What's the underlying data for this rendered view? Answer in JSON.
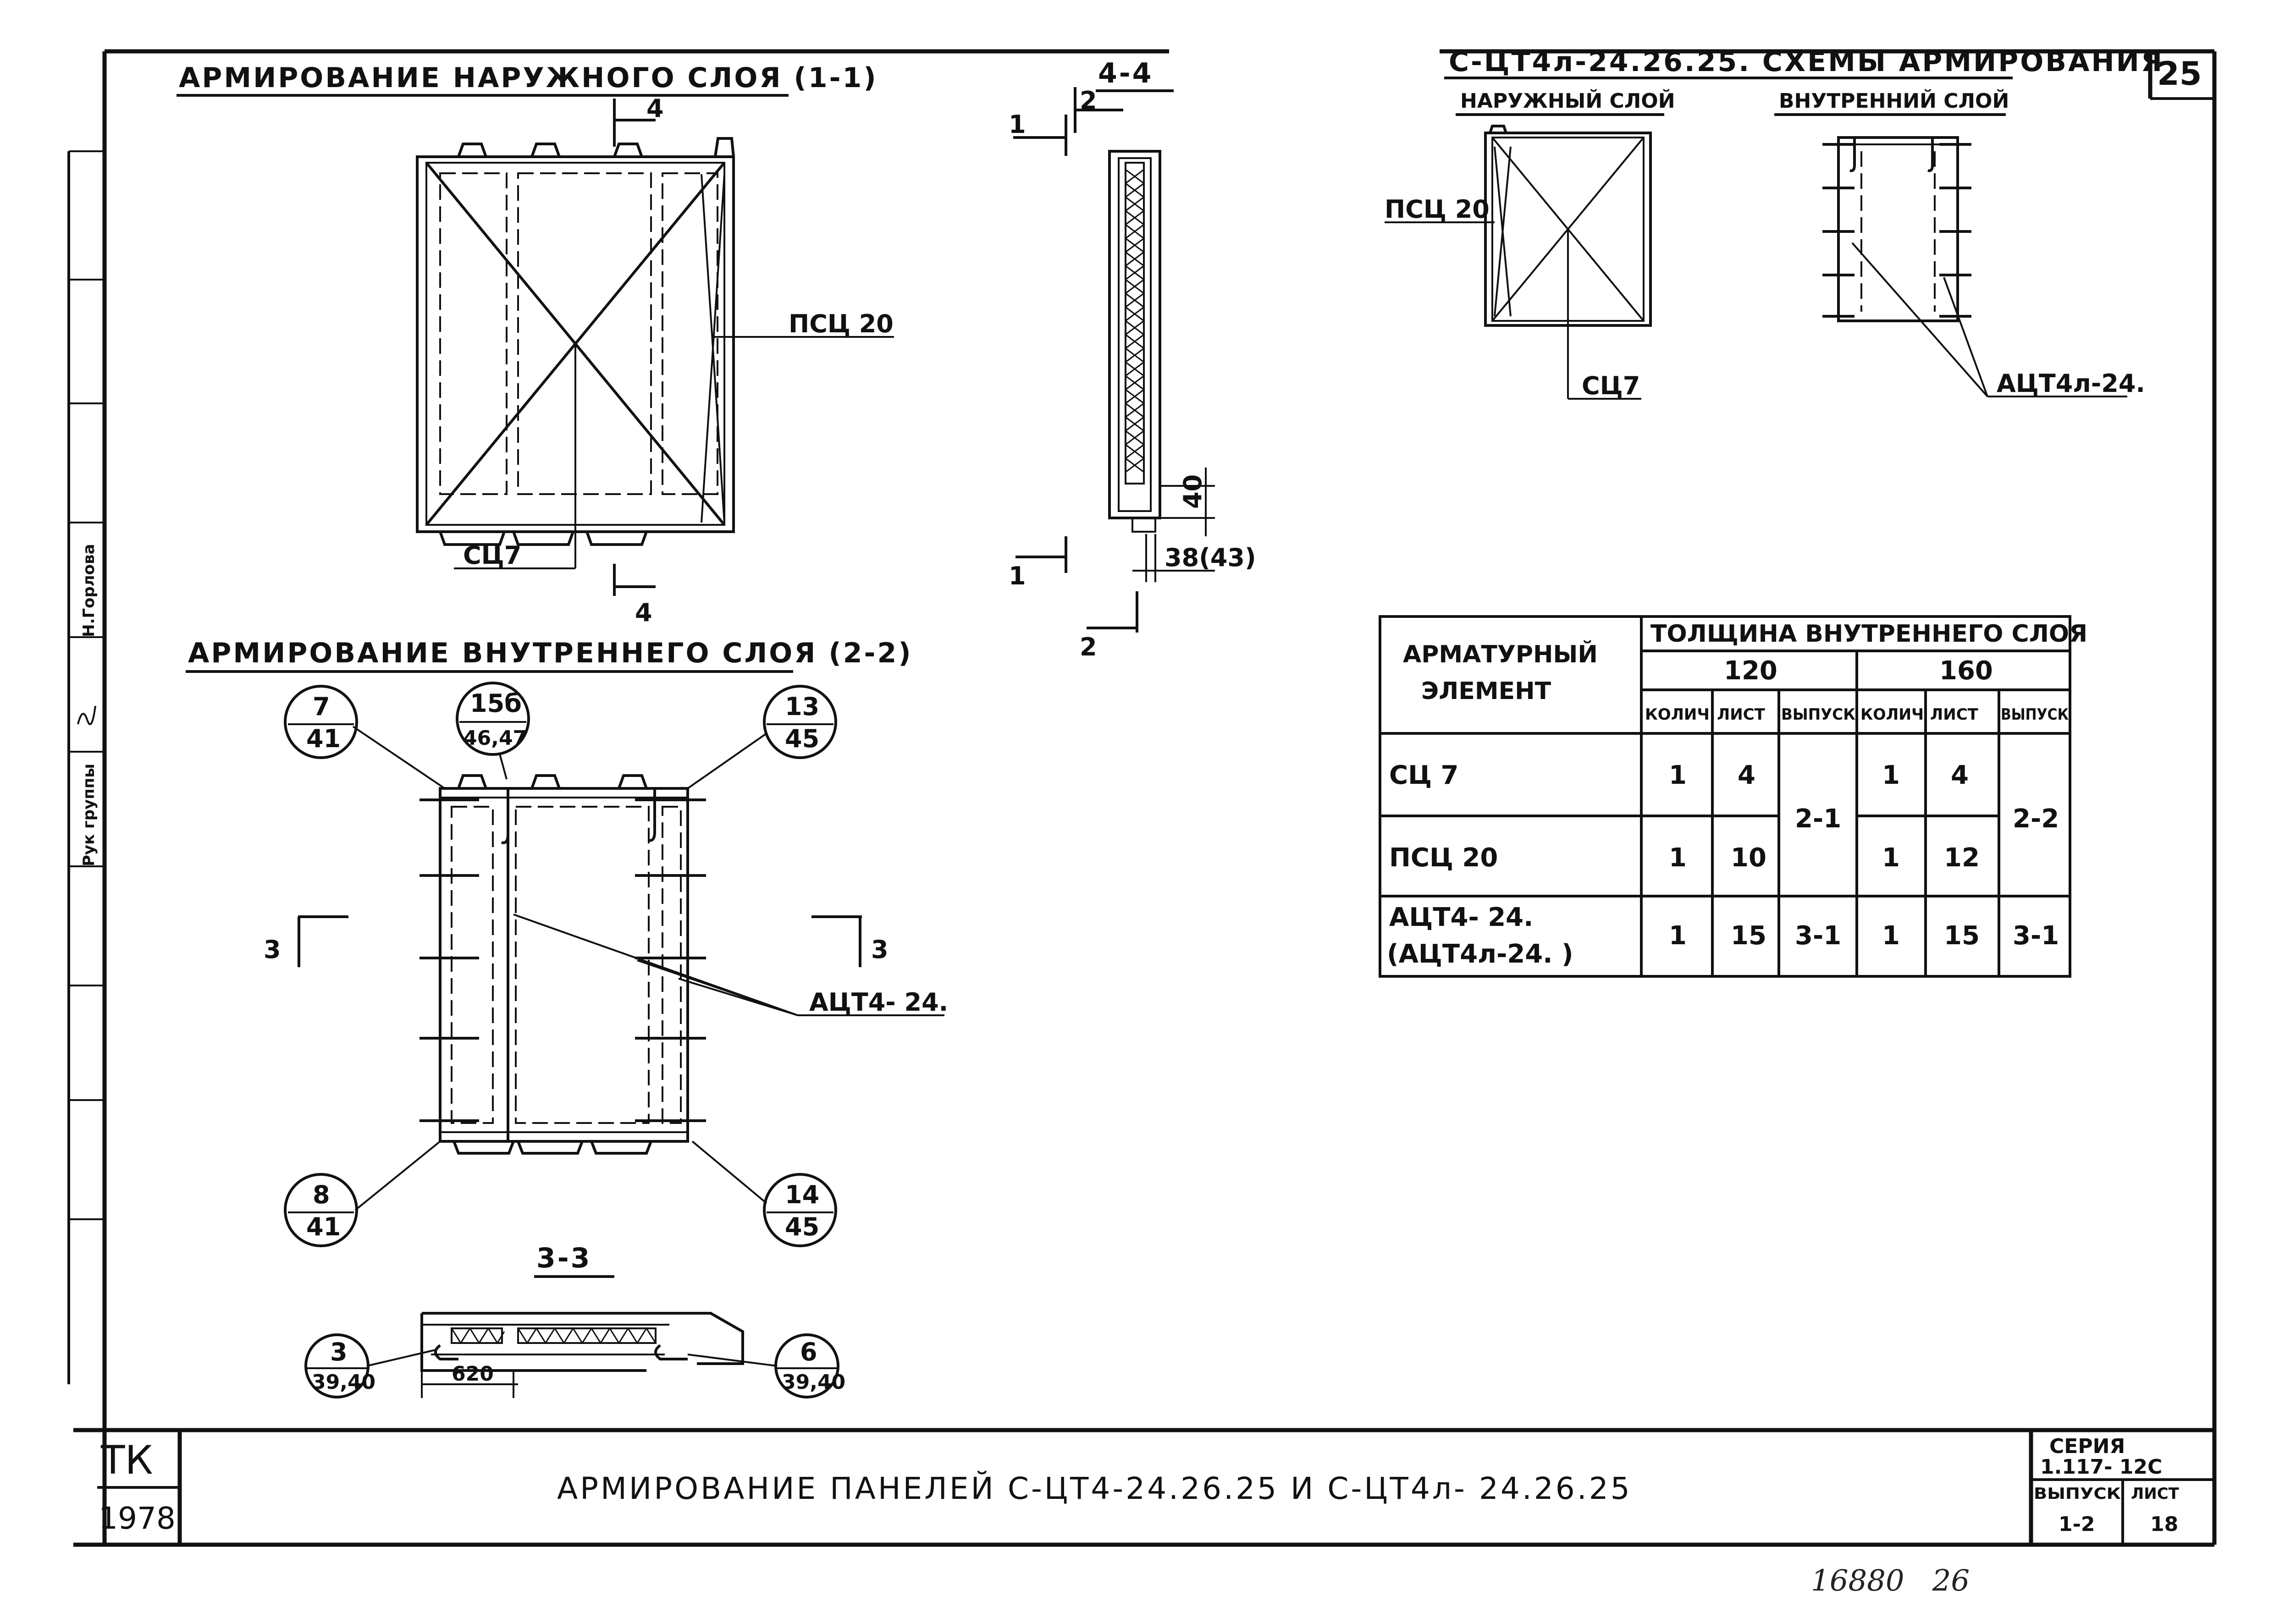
{
  "sheet_number": "25",
  "frame_code": "ТК",
  "frame_year": "1978",
  "main_title": "АРМИРОВАНИЕ ПАНЕЛЕЙ С-ЦТ4-24.26.25 И С-ЦТ4л- 24.26.25",
  "stamp": {
    "series_label": "СЕРИЯ",
    "series_value": "1.117- 12С",
    "issue_label": "ВЫПУСК",
    "issue_value": "1-2",
    "sheet_label": "ЛИСТ",
    "sheet_value": "18"
  },
  "side_column": {
    "role": "Рук группы",
    "name": "Н.Горлова"
  },
  "handwritten_number": "16880   26",
  "outer_layer": {
    "title": "АРМИРОВАНИЕ НАРУЖНОГО СЛОЯ (1-1)",
    "label_psc": "ПСЦ 20",
    "label_sc": "СЦ7",
    "cut_top": "4",
    "cut_bottom": "4"
  },
  "inner_layer": {
    "title": "АРМИРОВАНИЕ ВНУТРЕННЕГО СЛОЯ (2-2)",
    "label_act": "АЦТ4- 24.",
    "cut_left": "3",
    "cut_right": "3",
    "bubbles": [
      {
        "top": "7",
        "bottom": "41"
      },
      {
        "top": "15б",
        "bottom": "46,47"
      },
      {
        "top": "13",
        "bottom": "45"
      },
      {
        "top": "8",
        "bottom": "41"
      },
      {
        "top": "14",
        "bottom": "45"
      }
    ]
  },
  "section_44": {
    "title": "4-4",
    "cut_2_top": "2",
    "cut_1_top": "1",
    "cut_1_bottom": "1",
    "cut_2_bottom": "2",
    "dim_40": "40",
    "dim_38": "38(43)"
  },
  "section_33": {
    "title": "3-3",
    "dim_620": "620",
    "bubbles": [
      {
        "top": "3",
        "bottom": "39,40"
      },
      {
        "top": "6",
        "bottom": "39,40"
      }
    ]
  },
  "schemes": {
    "title": "С-ЦТ4л-24.26.25. СХЕМЫ АРМИРОВАНИЯ",
    "outer_title": "НАРУЖНЫЙ СЛОЙ",
    "inner_title": "ВНУТРЕННИЙ СЛОЙ",
    "label_psc": "ПСЦ 20",
    "label_sc": "СЦ7",
    "label_act": "АЦТ4л-24."
  },
  "table": {
    "col_element": "АРМАТУРНЫЙ ЭЛЕМЕНТ",
    "col_thickness": "ТОЛЩИНА ВНУТРЕННЕГО СЛОЯ",
    "thicknesses": [
      "120",
      "160"
    ],
    "sub_headers": [
      "КОЛИЧ.",
      "ЛИСТ",
      "ВЫПУСК",
      "КОЛИЧ",
      "ЛИСТ",
      "ВЫПУСК"
    ],
    "rows": [
      {
        "element": "СЦ 7",
        "q1": "1",
        "s1": "4",
        "q2": "1",
        "s2": "4"
      },
      {
        "element": "ПСЦ 20",
        "q1": "1",
        "s1": "10",
        "q2": "1",
        "s2": "12"
      },
      {
        "element": "АЦТ4- 24.",
        "element2": "(АЦТ4л-24. )",
        "q1": "1",
        "s1": "15",
        "v1": "3-1",
        "q2": "1",
        "s2": "15",
        "v2": "3-1"
      }
    ],
    "merged_issue_1": "2-1",
    "merged_issue_2": "2-2"
  }
}
